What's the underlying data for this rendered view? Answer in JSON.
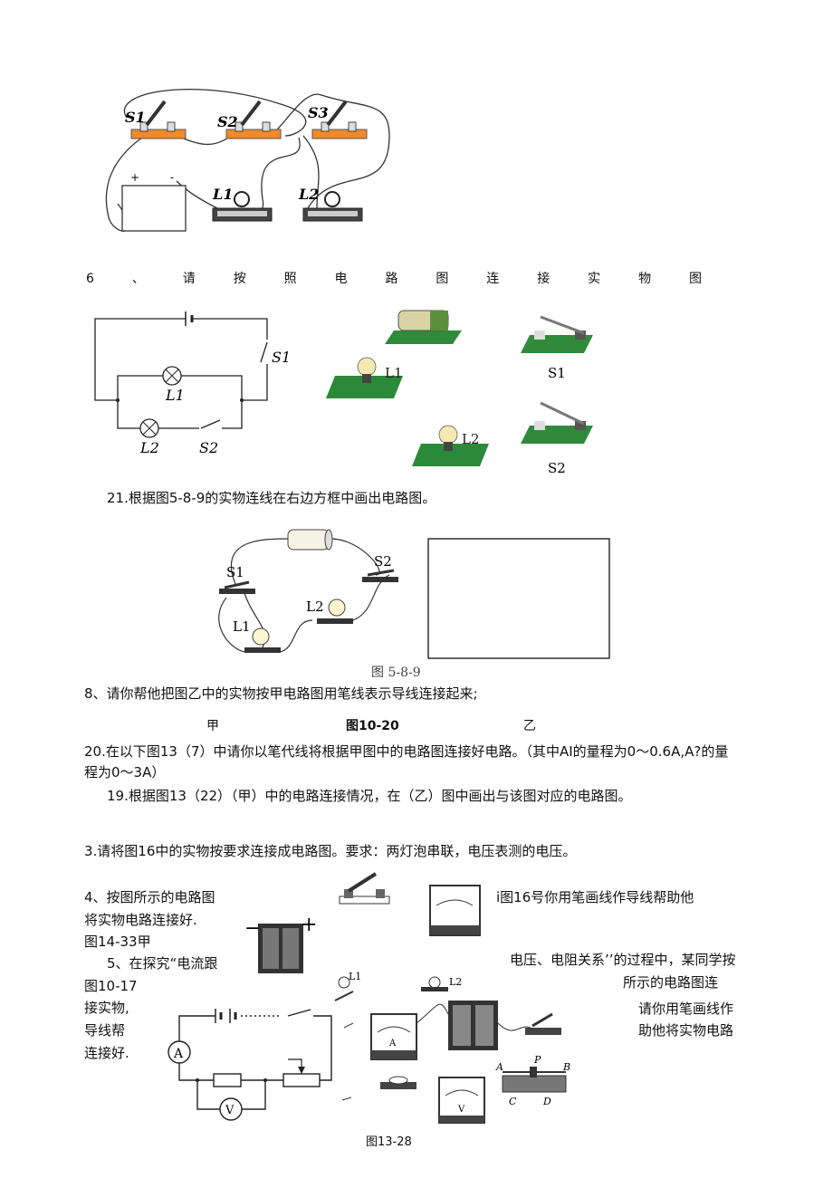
{
  "fig_top": {
    "labels": [
      "S1",
      "S2",
      "S3",
      "L1",
      "L2",
      "+",
      "-"
    ]
  },
  "q6": {
    "chars": [
      "6",
      "、",
      "请",
      "按",
      "照",
      "电",
      "路",
      "图",
      "连",
      "接",
      "实",
      "物",
      "图"
    ],
    "labels": [
      "S1",
      "L1",
      "L2",
      "S2"
    ],
    "photo_labels": [
      "L1",
      "L2",
      "S1",
      "S2"
    ]
  },
  "q21": {
    "text": "21.根据图5-8-9的实物连线在右边方框中画出电路图。",
    "labels": [
      "S1",
      "S2",
      "L1",
      "L2"
    ],
    "caption": "图 5-8-9"
  },
  "q8": {
    "text": "8、请你帮他把图乙中的实物按甲电路图用笔线表示导线连接起来;",
    "jia": "甲",
    "fig": "图10-20",
    "yi": "乙"
  },
  "q20": {
    "line1": "20.在以下图13（7）中请你以笔代线将根据甲图中的电路图连接好电路。（其中AI的量程为0～0.6A,A?的量",
    "line2": "程为0～3A）"
  },
  "q19": {
    "text": "19.根据图13（22）（甲）中的电路连接情况，在（乙）图中画出与该图对应的电路图。"
  },
  "q3": {
    "text": "3.请将图16中的实物按要求连接成电路图。要求：两灯泡串联，电压表测的电压。"
  },
  "q4": {
    "lines": [
      "4、按图所示的电路图",
      "将实物电路连接好.",
      "图14-33甲"
    ]
  },
  "q5": {
    "left_lines": [
      "5、在探究“电流跟",
      "图10-17",
      "接实物,",
      "导线帮",
      "连接好."
    ],
    "right_lines": [
      "i图16号你用笔画线作导线帮助他",
      "电压、电阻关系’’的过程中，某同学按",
      "所示的电路图连",
      "请你用笔画线作",
      "助他将实物电路"
    ],
    "fig_caption": "图13-28",
    "meter_labels": [
      "A",
      "V"
    ],
    "lamp_labels": [
      "L1",
      "L2"
    ],
    "rheostat_labels": [
      "A",
      "P",
      "B",
      "C",
      "D"
    ]
  }
}
